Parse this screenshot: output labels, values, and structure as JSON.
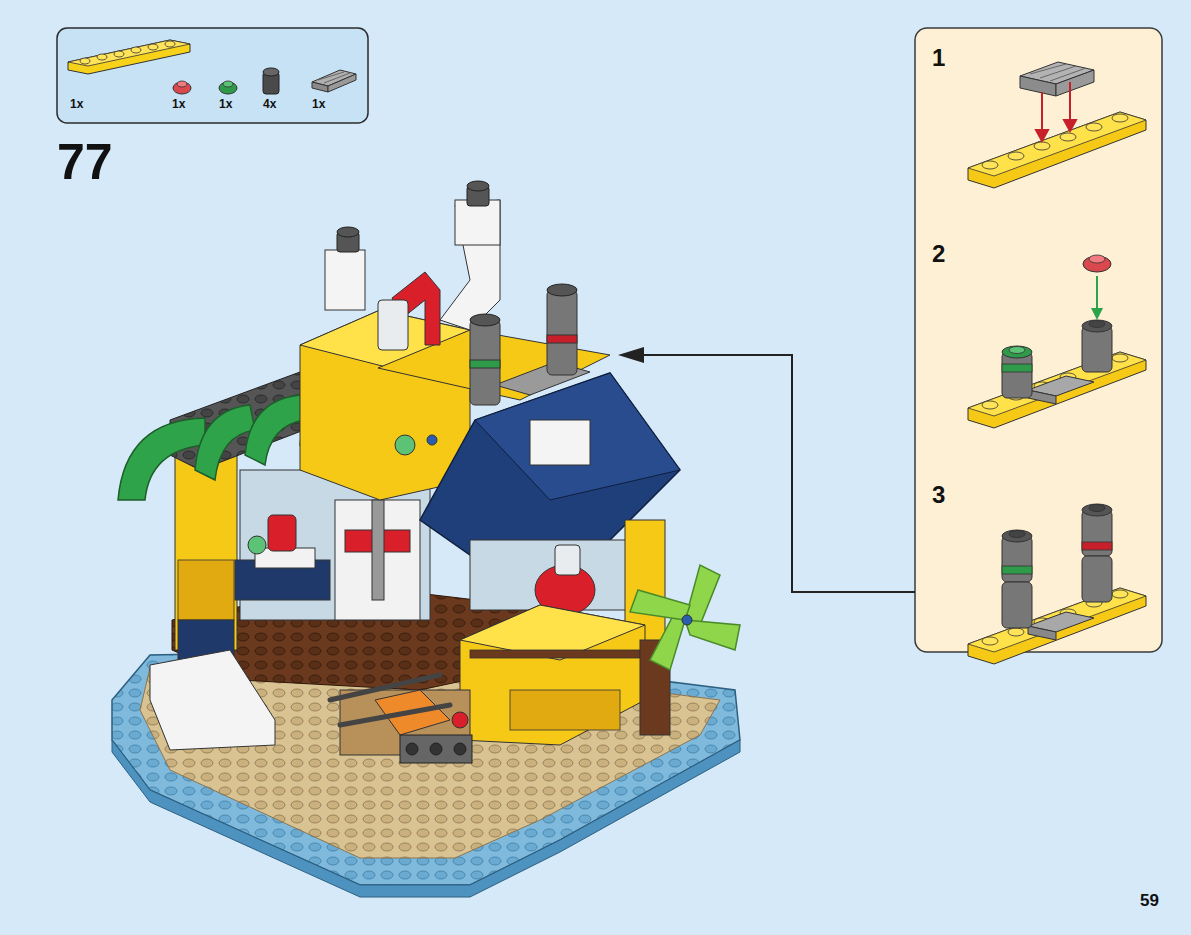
{
  "diagram": {
    "nodes": [
      {
        "text": [
          "1x",
          "1x",
          "1x",
          "4x",
          "1x"
        ]
      },
      {
        "text": [
          "1",
          "2",
          "3"
        ]
      }
    ],
    "labels": [
      "77",
      "59"
    ]
  }
}
